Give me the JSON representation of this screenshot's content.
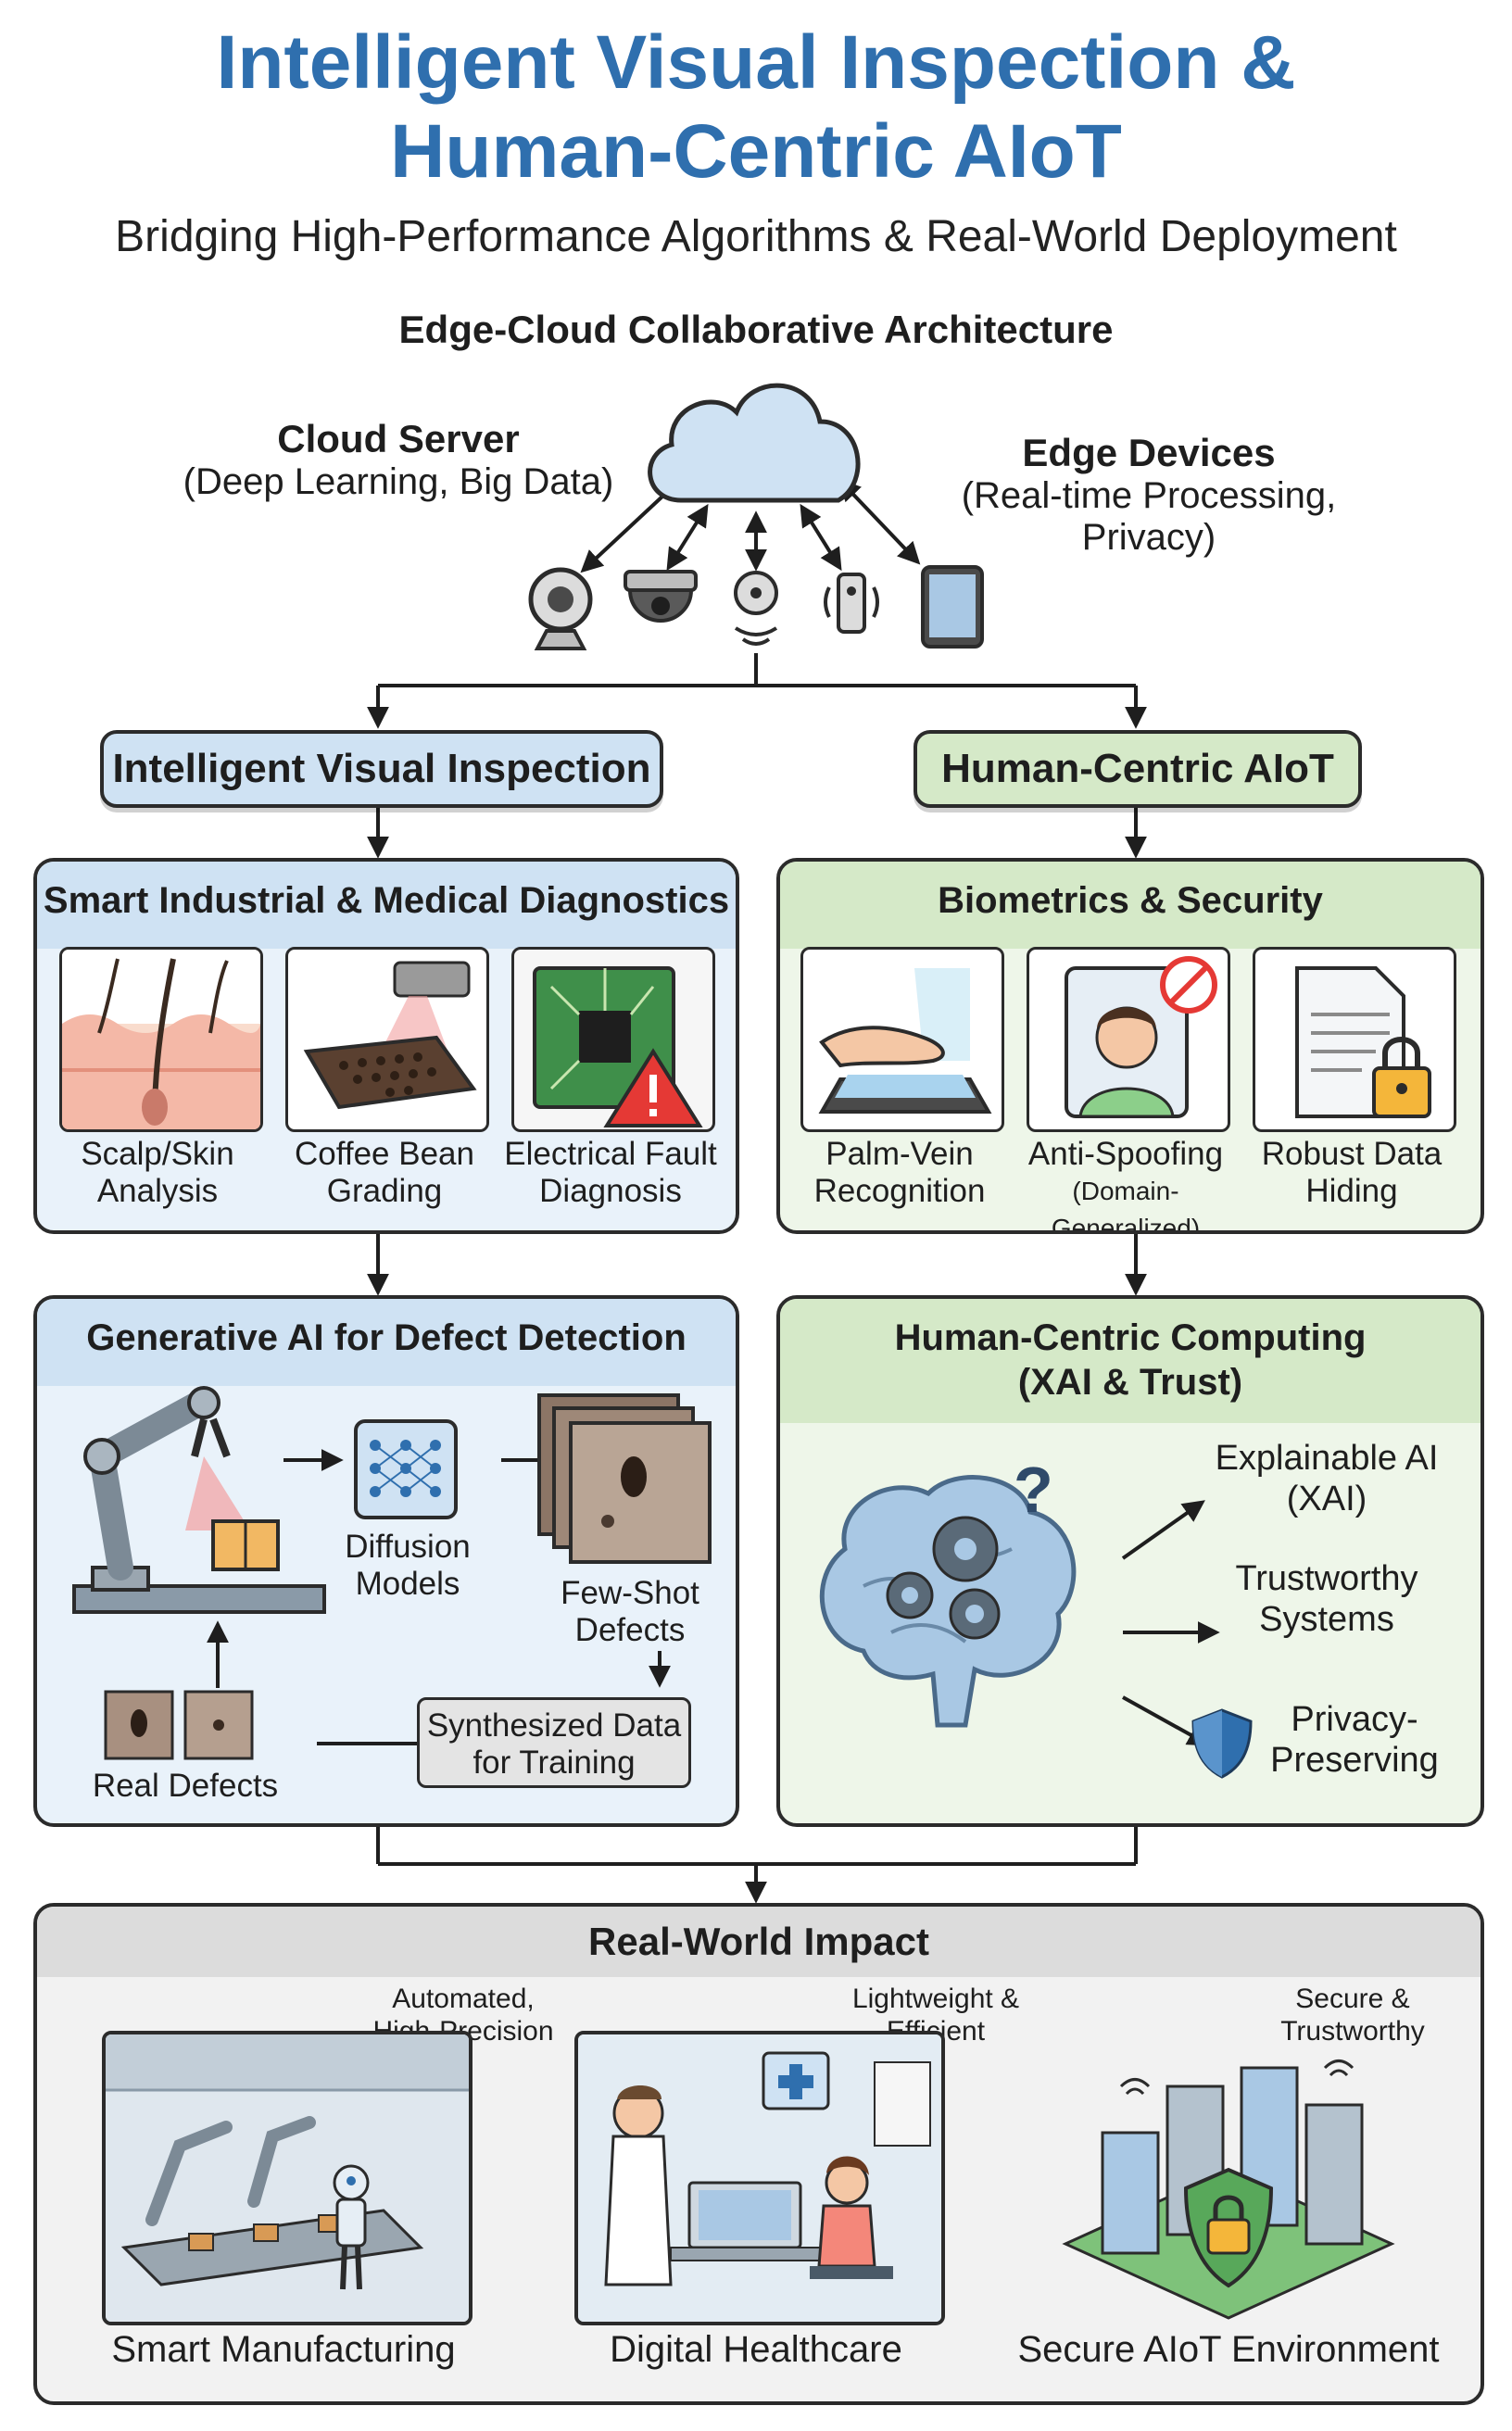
{
  "header": {
    "title_line1": "Intelligent Visual Inspection &",
    "title_line2": "Human-Centric AIoT",
    "subtitle": "Bridging High-Performance Algorithms & Real-World Deployment"
  },
  "architecture": {
    "title": "Edge-Cloud Collaborative Architecture",
    "cloud_title": "Cloud Server",
    "cloud_desc": "(Deep Learning, Big Data)",
    "edge_title": "Edge Devices",
    "edge_desc_line1": "(Real-time Processing,",
    "edge_desc_line2": "Privacy)"
  },
  "branches": {
    "left": "Intelligent Visual Inspection",
    "right": "Human-Centric AIoT"
  },
  "industrial": {
    "title": "Smart Industrial & Medical Diagnostics",
    "items": [
      {
        "line1": "Scalp/Skin",
        "line2": "Analysis"
      },
      {
        "line1": "Coffee Bean",
        "line2": "Grading"
      },
      {
        "line1": "Electrical Fault",
        "line2": "Diagnosis"
      }
    ]
  },
  "biometrics": {
    "title": "Biometrics & Security",
    "items": [
      {
        "line1": "Palm-Vein",
        "line2": "Recognition"
      },
      {
        "line1": "Anti-Spoofing",
        "line2": "(Domain-Generalized)"
      },
      {
        "line1": "Robust Data",
        "line2": "Hiding"
      }
    ]
  },
  "generative": {
    "title": "Generative AI for Defect Detection",
    "diffusion_line1": "Diffusion",
    "diffusion_line2": "Models",
    "fewshot_line1": "Few-Shot",
    "fewshot_line2": "Defects",
    "real_defects": "Real Defects",
    "synth_line1": "Synthesized Data",
    "synth_line2": "for Training"
  },
  "humancentric": {
    "title_line1": "Human-Centric Computing",
    "title_line2": "(XAI & Trust)",
    "xai_line1": "Explainable AI",
    "xai_line2": "(XAI)",
    "trust_line1": "Trustworthy",
    "trust_line2": "Systems",
    "privacy_line1": "Privacy-",
    "privacy_line2": "Preserving"
  },
  "impact": {
    "title": "Real-World Impact",
    "cards": [
      {
        "tag1": "Automated,",
        "tag2": "High-Precision",
        "label": "Smart Manufacturing"
      },
      {
        "tag1": "Lightweight &",
        "tag2": "Efficient",
        "label": "Digital Healthcare"
      },
      {
        "tag1": "Secure &",
        "tag2": "Trustworthy",
        "label": "Secure AIoT Environment"
      }
    ]
  },
  "colors": {
    "title_blue": "#2f6fae",
    "panel_blue": "#cfe2f3",
    "panel_green": "#d5e9c8",
    "impact_gray": "#dcdcdc"
  }
}
